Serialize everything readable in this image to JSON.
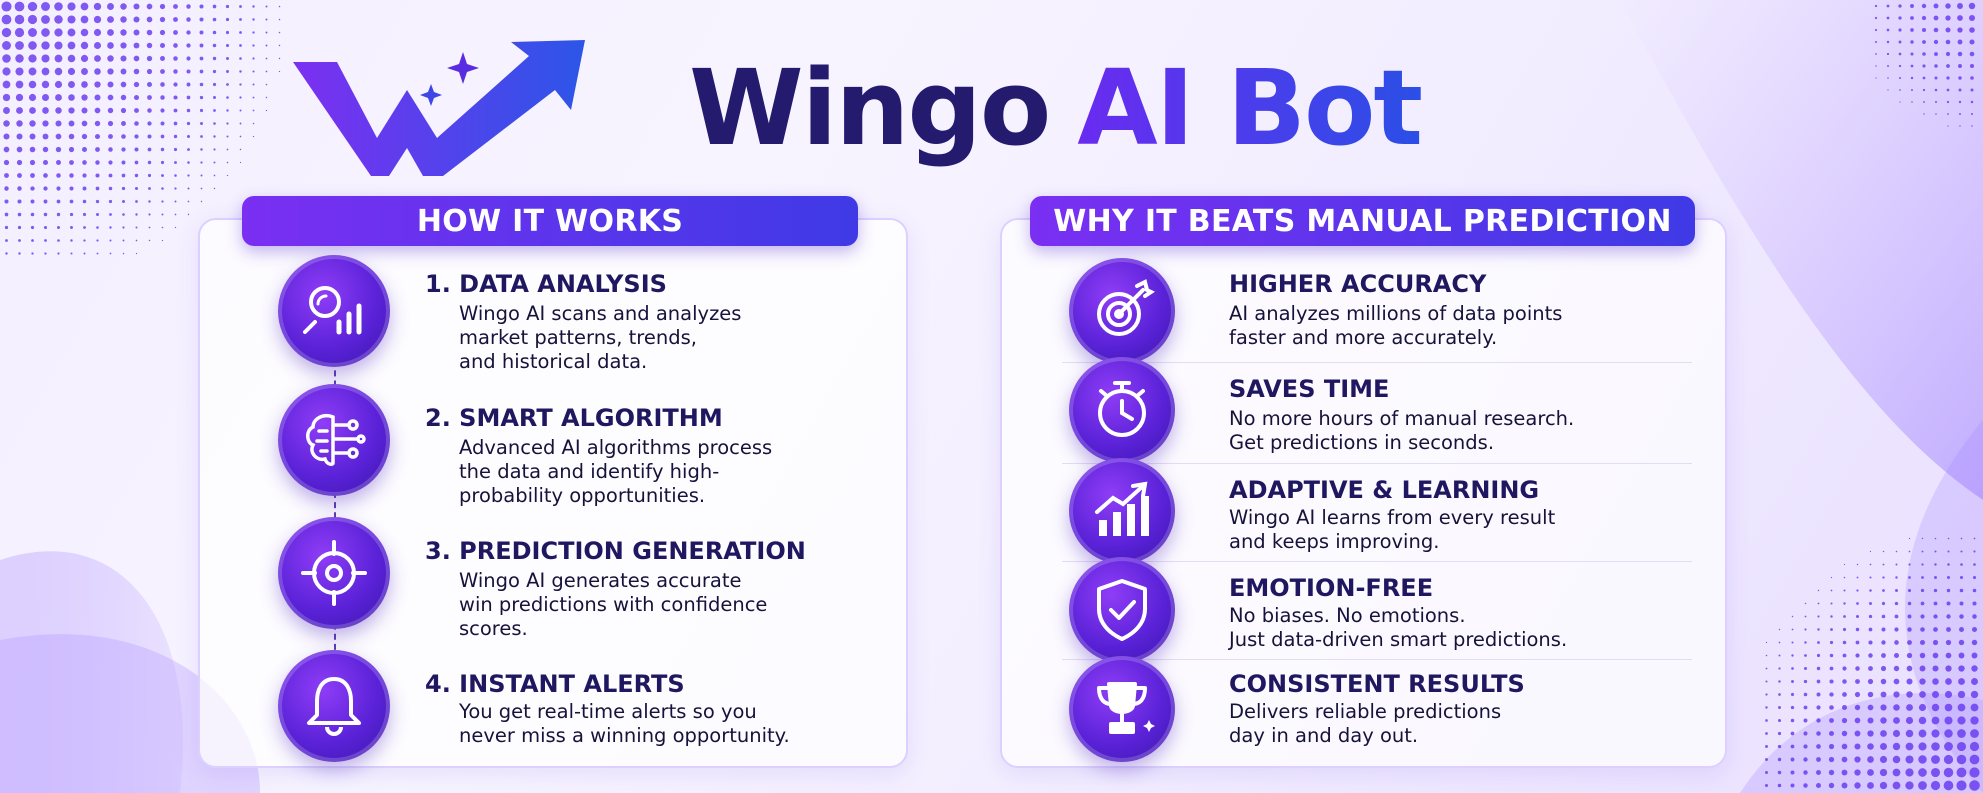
{
  "brand": {
    "name_dark": "Wingo",
    "name_accent": "AI Bot"
  },
  "colors": {
    "primary": "#5a22d8",
    "accent": "#3f3ae6",
    "text": "#1f1760"
  },
  "how_it_works": {
    "title": "HOW IT WORKS",
    "steps": [
      {
        "title": "1.  DATA ANALYSIS",
        "lines": [
          "Wingo AI scans and analyzes",
          "market patterns, trends,",
          "and historical data."
        ],
        "icon": "magnifier-chart-icon"
      },
      {
        "title": "2.  SMART ALGORITHM",
        "lines": [
          "Advanced AI algorithms process",
          "the data and identify high-",
          "probability opportunities."
        ],
        "icon": "brain-circuit-icon"
      },
      {
        "title": "3.  PREDICTION GENERATION",
        "lines": [
          "Wingo AI generates accurate",
          "win predictions with confidence",
          "scores."
        ],
        "icon": "crosshair-icon"
      },
      {
        "title": "4.  INSTANT ALERTS",
        "lines": [
          "You get real-time alerts so you",
          "never miss a winning opportunity."
        ],
        "icon": "bell-icon"
      }
    ]
  },
  "why_it_beats": {
    "title": "WHY IT BEATS MANUAL PREDICTION",
    "items": [
      {
        "title": "HIGHER ACCURACY",
        "lines": [
          "AI analyzes millions of data points",
          "faster and more accurately."
        ],
        "icon": "target-icon"
      },
      {
        "title": "SAVES TIME",
        "lines": [
          "No more hours of manual research.",
          "Get predictions in seconds."
        ],
        "icon": "stopwatch-icon"
      },
      {
        "title": "ADAPTIVE & LEARNING",
        "lines": [
          "Wingo AI learns from every result",
          "and keeps improving."
        ],
        "icon": "growth-chart-icon"
      },
      {
        "title": "EMOTION-FREE",
        "lines": [
          "No biases. No emotions.",
          "Just data-driven smart predictions."
        ],
        "icon": "shield-check-icon"
      },
      {
        "title": "CONSISTENT RESULTS",
        "lines": [
          "Delivers reliable predictions",
          "day in and day out."
        ],
        "icon": "trophy-icon"
      }
    ]
  }
}
